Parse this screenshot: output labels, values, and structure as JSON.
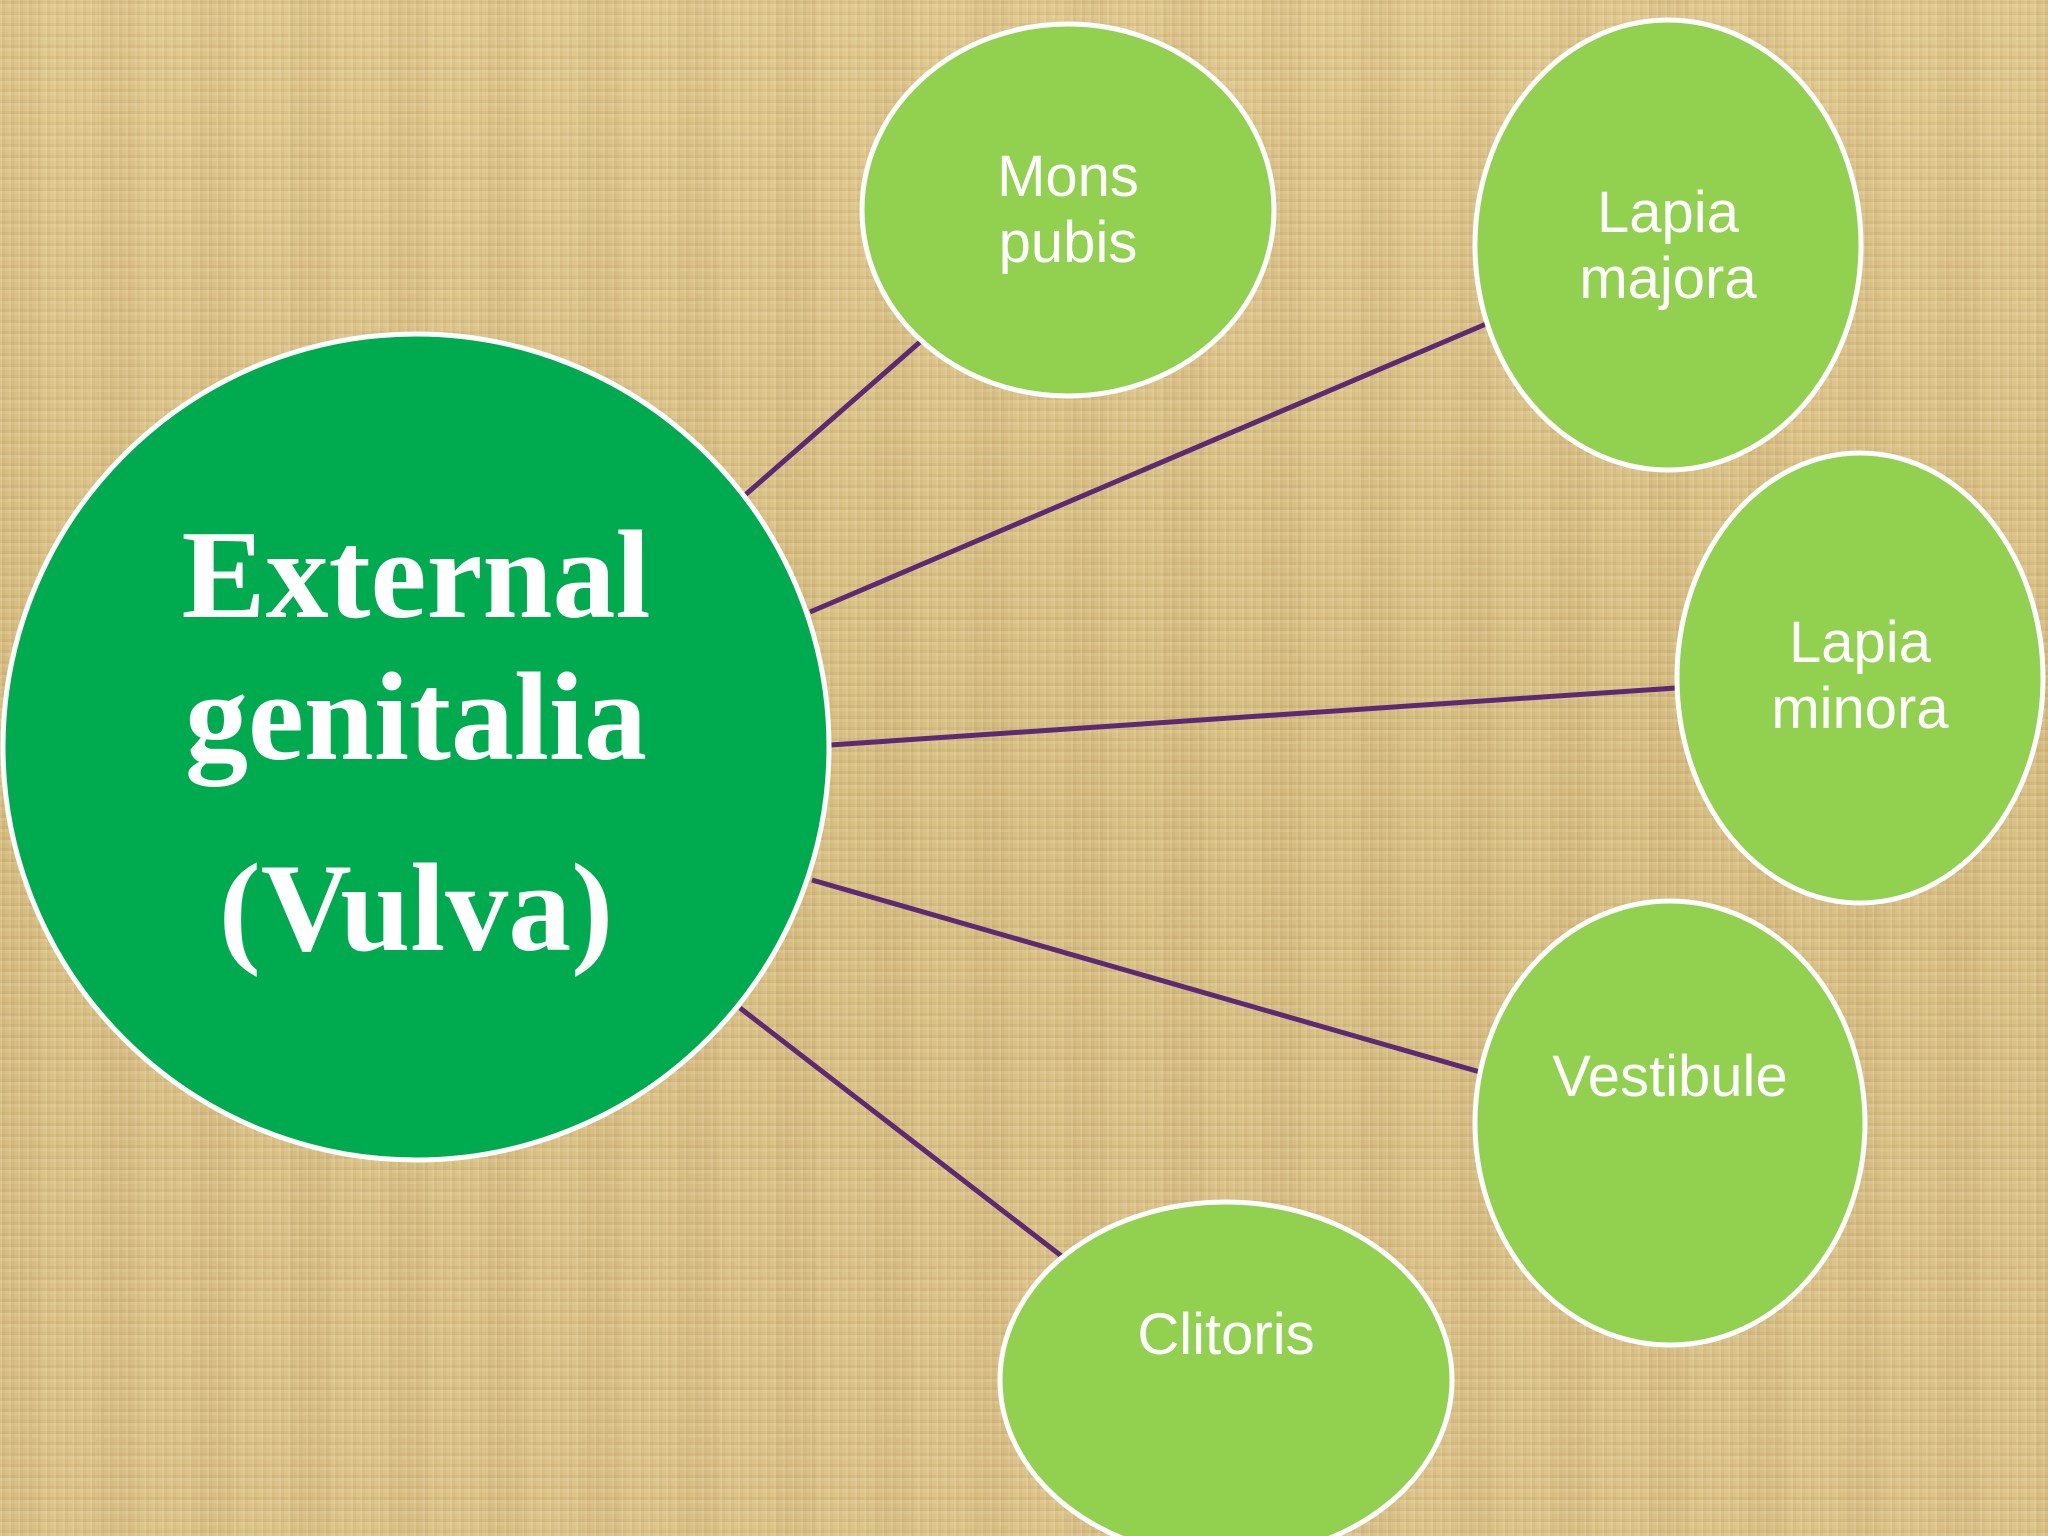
{
  "colors": {
    "center_fill": "#00ab50",
    "leaf_fill": "#92d050",
    "connector": "#5b2a72",
    "outline": "#ffffff",
    "text": "#ffffff"
  },
  "center": {
    "line1": "External",
    "line2": "genitalia",
    "line3": "(Vulva)"
  },
  "nodes": [
    {
      "id": "mons-pubis",
      "lines": [
        "Mons",
        "pubis"
      ]
    },
    {
      "id": "labia-majora",
      "lines": [
        "Lapia",
        "majora"
      ]
    },
    {
      "id": "labia-minora",
      "lines": [
        "Lapia",
        "minora"
      ]
    },
    {
      "id": "vestibule",
      "lines": [
        "Vestibule"
      ]
    },
    {
      "id": "clitoris",
      "lines": [
        "Clitoris"
      ]
    }
  ]
}
